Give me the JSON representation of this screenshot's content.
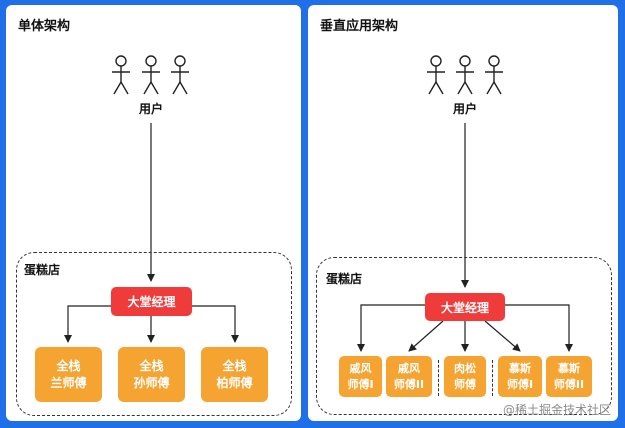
{
  "left": {
    "title": "单体架构",
    "users_label": "用户",
    "region_label": "蛋糕店",
    "manager_label": "大堂经理",
    "chefs": [
      {
        "line1": "全栈",
        "line2": "兰师傅"
      },
      {
        "line1": "全栈",
        "line2": "孙师傅"
      },
      {
        "line1": "全栈",
        "line2": "柏师傅"
      }
    ]
  },
  "right": {
    "title": "垂直应用架构",
    "users_label": "用户",
    "region_label": "蛋糕店",
    "manager_label": "大堂经理",
    "chefs": [
      {
        "line1": "戚风",
        "line2": "师傅I"
      },
      {
        "line1": "戚风",
        "line2": "师傅II"
      },
      {
        "line1": "肉松",
        "line2": "师傅"
      },
      {
        "line1": "慕斯",
        "line2": "师傅I"
      },
      {
        "line1": "慕斯",
        "line2": "师傅II"
      }
    ]
  },
  "watermark": "@稀土掘金技术社区",
  "colors": {
    "background": "#1f6fe8",
    "manager": "#f03b3b",
    "chef": "#f5a331"
  },
  "icons": [
    "stick-figure-icon"
  ]
}
